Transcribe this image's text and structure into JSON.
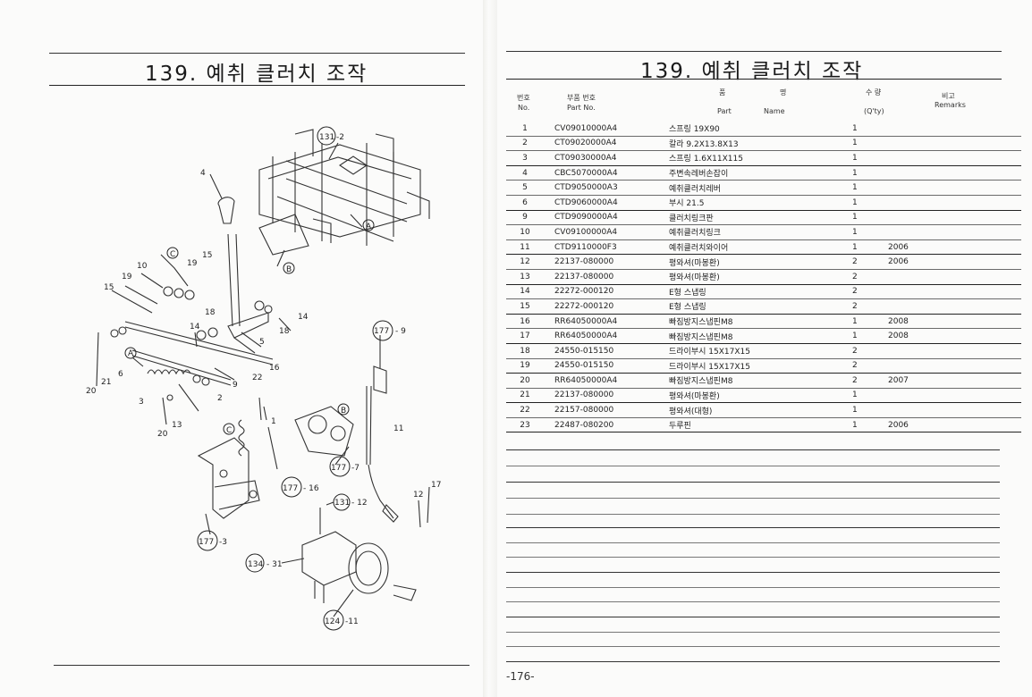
{
  "left_page": {
    "title": "139. 예취 클러치 조작"
  },
  "right_page": {
    "title": "139. 예취 클러치 조작",
    "page_number": "-176-"
  },
  "diagram_labels": {
    "l131_2": "131",
    "l131_2s": "-2",
    "l4": "4",
    "lA1": "A",
    "lB1": "B",
    "lC1": "C",
    "l10": "10",
    "l19a": "19",
    "l15a": "15",
    "l19b": "19",
    "l15b": "15",
    "l14a": "14",
    "l18a": "18",
    "l14b": "14",
    "l18b": "18",
    "l5": "5",
    "lA2": "A",
    "l6": "6",
    "l21": "21",
    "l20a": "20",
    "l3": "3",
    "l13": "13",
    "l20b": "20",
    "l2": "2",
    "l9": "9",
    "l22": "22",
    "l16": "16",
    "lC2": "C",
    "l1": "1",
    "l177_9": "177",
    "l177_9s": "- 9",
    "lB2": "B",
    "l11": "11",
    "l177_7": "177",
    "l177_7s": "-7",
    "l177_16": "177",
    "l177_16s": "- 16",
    "l131_12": "131",
    "l131_12s": "- 12",
    "l12": "12",
    "l17": "17",
    "l177_3": "177",
    "l177_3s": "-3",
    "l134_31": "134",
    "l134_31s": "- 31",
    "l124_11": "124",
    "l124_11s": "-11"
  },
  "table_header": {
    "no_ko": "번호",
    "no_en": "No.",
    "part_no_ko": "부품 번호",
    "part_no_en": "Part  No.",
    "name_ko_1": "품",
    "name_ko_2": "명",
    "name_en_1": "Part",
    "name_en_2": "Name",
    "qty_ko": "수  량",
    "qty_en": "(Q'ty)",
    "remarks_ko": "비고",
    "remarks_en": "Remarks"
  },
  "rows": [
    {
      "no": "1",
      "part_no": "CV09010000A4",
      "name": "스프링 19X90",
      "qty": "1",
      "remarks": ""
    },
    {
      "no": "2",
      "part_no": "CT09020000A4",
      "name": "칼라 9.2X13.8X13",
      "qty": "1",
      "remarks": ""
    },
    {
      "no": "3",
      "part_no": "CT09030000A4",
      "name": "스프링 1.6X11X115",
      "qty": "1",
      "remarks": ""
    },
    {
      "no": "4",
      "part_no": "CBC5070000A4",
      "name": "주변속레버손잡이",
      "qty": "1",
      "remarks": ""
    },
    {
      "no": "5",
      "part_no": "CTD9050000A3",
      "name": "예취클러치레버",
      "qty": "1",
      "remarks": ""
    },
    {
      "no": "6",
      "part_no": "CTD9060000A4",
      "name": "부시 21.5",
      "qty": "1",
      "remarks": ""
    },
    {
      "no": "9",
      "part_no": "CTD9090000A4",
      "name": "클러치링크판",
      "qty": "1",
      "remarks": ""
    },
    {
      "no": "10",
      "part_no": "CV09100000A4",
      "name": "예취클러치링크",
      "qty": "1",
      "remarks": ""
    },
    {
      "no": "11",
      "part_no": "CTD9110000F3",
      "name": "예취클러치와이어",
      "qty": "1",
      "remarks": "2006"
    },
    {
      "no": "12",
      "part_no": "22137-080000",
      "name": "평와셔(마봉환)",
      "qty": "2",
      "remarks": "2006"
    },
    {
      "no": "13",
      "part_no": "22137-080000",
      "name": "평와셔(마봉환)",
      "qty": "2",
      "remarks": ""
    },
    {
      "no": "14",
      "part_no": "22272-000120",
      "name": "E형 스냅링",
      "qty": "2",
      "remarks": ""
    },
    {
      "no": "15",
      "part_no": "22272-000120",
      "name": "E형 스냅링",
      "qty": "2",
      "remarks": ""
    },
    {
      "no": "16",
      "part_no": "RR64050000A4",
      "name": "빠짐방지스냅핀M8",
      "qty": "1",
      "remarks": "2008"
    },
    {
      "no": "17",
      "part_no": "RR64050000A4",
      "name": "빠짐방지스냅핀M8",
      "qty": "1",
      "remarks": "2008"
    },
    {
      "no": "18",
      "part_no": "24550-015150",
      "name": "드라이부시 15X17X15",
      "qty": "2",
      "remarks": ""
    },
    {
      "no": "19",
      "part_no": "24550-015150",
      "name": "드라이부시 15X17X15",
      "qty": "2",
      "remarks": ""
    },
    {
      "no": "20",
      "part_no": "RR64050000A4",
      "name": "빠짐방지스냅핀M8",
      "qty": "2",
      "remarks": "2007"
    },
    {
      "no": "21",
      "part_no": "22137-080000",
      "name": "평와셔(마봉환)",
      "qty": "1",
      "remarks": ""
    },
    {
      "no": "22",
      "part_no": "22157-080000",
      "name": "평와셔(대형)",
      "qty": "1",
      "remarks": ""
    },
    {
      "no": "23",
      "part_no": "22487-080200",
      "name": "두루핀",
      "qty": "1",
      "remarks": "2006"
    }
  ]
}
